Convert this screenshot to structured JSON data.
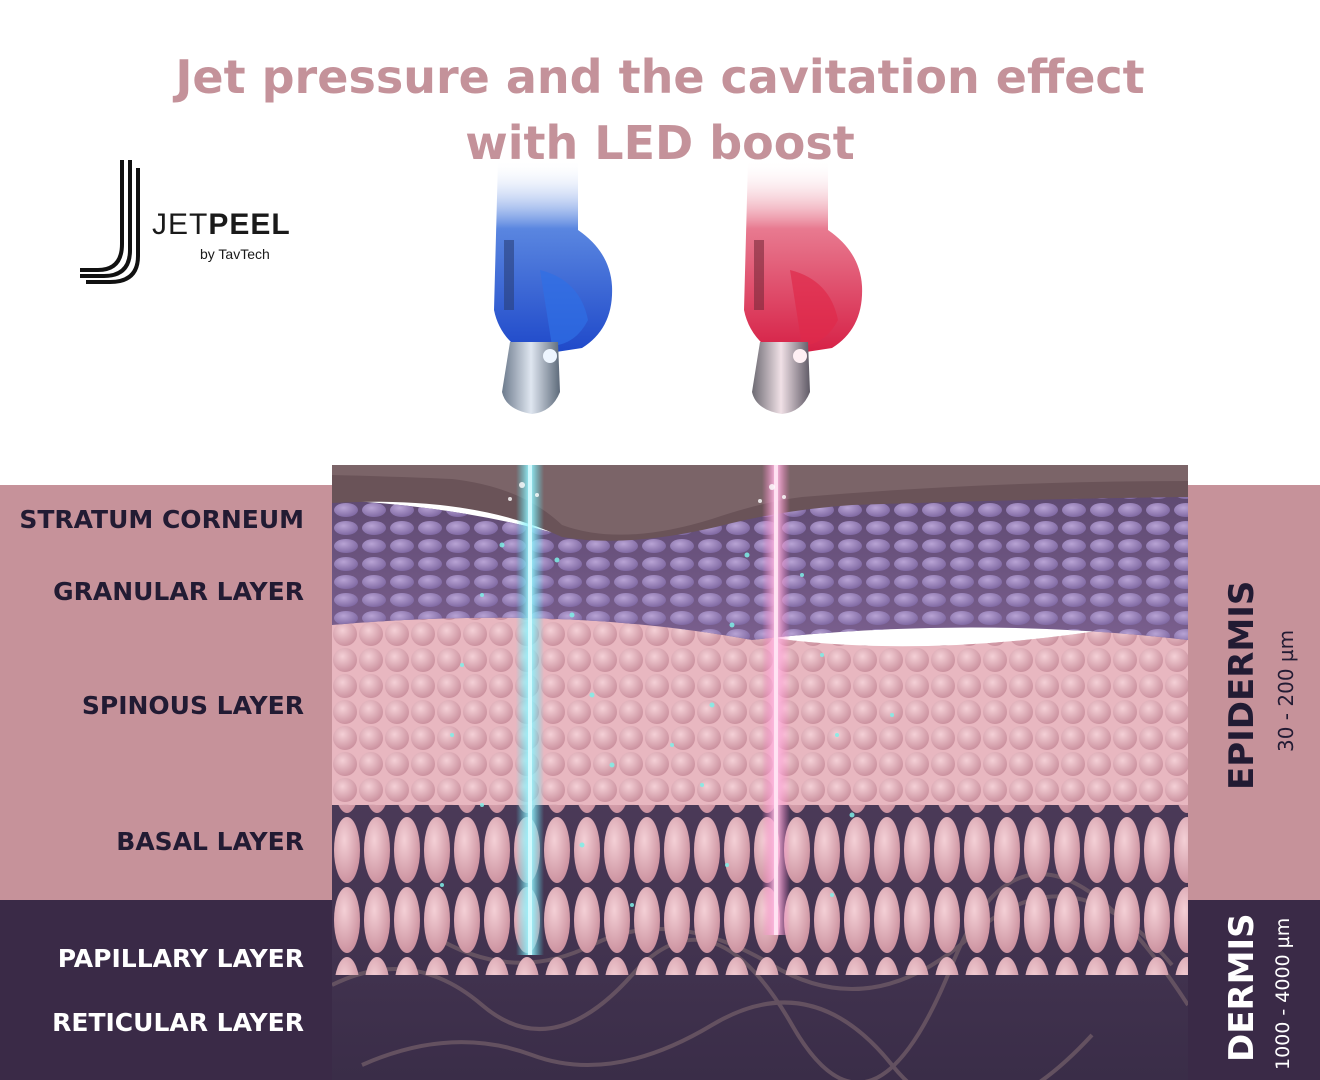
{
  "title": {
    "line1": "Jet pressure and the cavitation effect",
    "line2": "with LED boost"
  },
  "logo": {
    "name_light": "JET",
    "name_bold": "PEEL",
    "by_line": "by TavTech"
  },
  "layers": {
    "stratum_corneum": "STRATUM CORNEUM",
    "granular": "GRANULAR LAYER",
    "spinous": "SPINOUS LAYER",
    "basal": "BASAL LAYER",
    "papillary": "PAPILLARY LAYER",
    "reticular": "RETICULAR LAYER"
  },
  "zones": {
    "epidermis": "EPIDERMIS",
    "epidermis_range": "30 - 200 µm",
    "dermis": "DERMIS",
    "dermis_range": "1000 - 4000 µm"
  },
  "colors": {
    "title": "#c4929a",
    "epidermis_panel": "#c6929a",
    "dermis_panel": "#3a2a47",
    "label_dark": "#221b33",
    "blue_led": "#2f6fe6",
    "red_led": "#e02a4a",
    "blue_jet": "#4fe6f0",
    "pink_jet": "#ff7fc8"
  },
  "icons": [
    "jetpeel-logo-icon",
    "blue-handpiece-icon",
    "red-handpiece-icon"
  ]
}
